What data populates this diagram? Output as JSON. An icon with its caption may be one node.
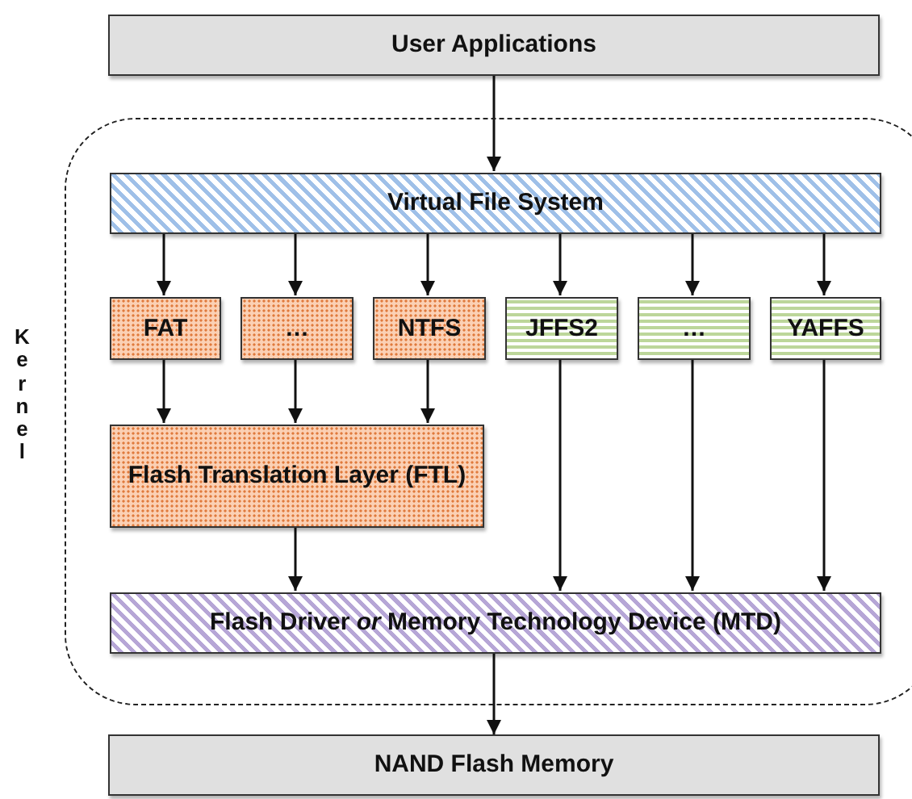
{
  "diagram": {
    "nodes": [
      {
        "text": [
          "User Applications"
        ]
      },
      {
        "text": [
          "Kernel"
        ]
      },
      {
        "text": [
          "Virtual File System"
        ],
        "in": 1
      },
      {
        "text": [
          "FAT"
        ],
        "in": 1
      },
      {
        "text": [
          "…"
        ],
        "in": 1
      },
      {
        "text": [
          "NTFS"
        ],
        "in": 1
      },
      {
        "text": [
          "JFFS2"
        ],
        "in": 1
      },
      {
        "text": [
          "…"
        ],
        "in": 1
      },
      {
        "text": [
          "YAFFS"
        ],
        "in": 1
      },
      {
        "text": [
          "Flash Translation Layer (FTL)"
        ],
        "in": 1
      },
      {
        "text": [
          "Flash Driver *or* Memory Technology Device (MTD)"
        ],
        "in": 1
      },
      {
        "text": [
          "NAND Flash Memory"
        ]
      }
    ],
    "edges": [
      {
        "from": 0,
        "to": 2,
        "arrow": "to"
      },
      {
        "from": 2,
        "to": 3,
        "arrow": "to"
      },
      {
        "from": 2,
        "to": 4,
        "arrow": "to"
      },
      {
        "from": 2,
        "to": 5,
        "arrow": "to"
      },
      {
        "from": 2,
        "to": 6,
        "arrow": "to"
      },
      {
        "from": 2,
        "to": 7,
        "arrow": "to"
      },
      {
        "from": 2,
        "to": 8,
        "arrow": "to"
      },
      {
        "from": 3,
        "to": 9,
        "arrow": "to"
      },
      {
        "from": 4,
        "to": 9,
        "arrow": "to"
      },
      {
        "from": 5,
        "to": 9,
        "arrow": "to"
      },
      {
        "from": 9,
        "to": 10,
        "arrow": "to"
      },
      {
        "from": 6,
        "to": 10,
        "arrow": "to"
      },
      {
        "from": 7,
        "to": 10,
        "arrow": "to"
      },
      {
        "from": 8,
        "to": 10,
        "arrow": "to"
      },
      {
        "from": 10,
        "to": 11,
        "arrow": "to"
      }
    ]
  }
}
